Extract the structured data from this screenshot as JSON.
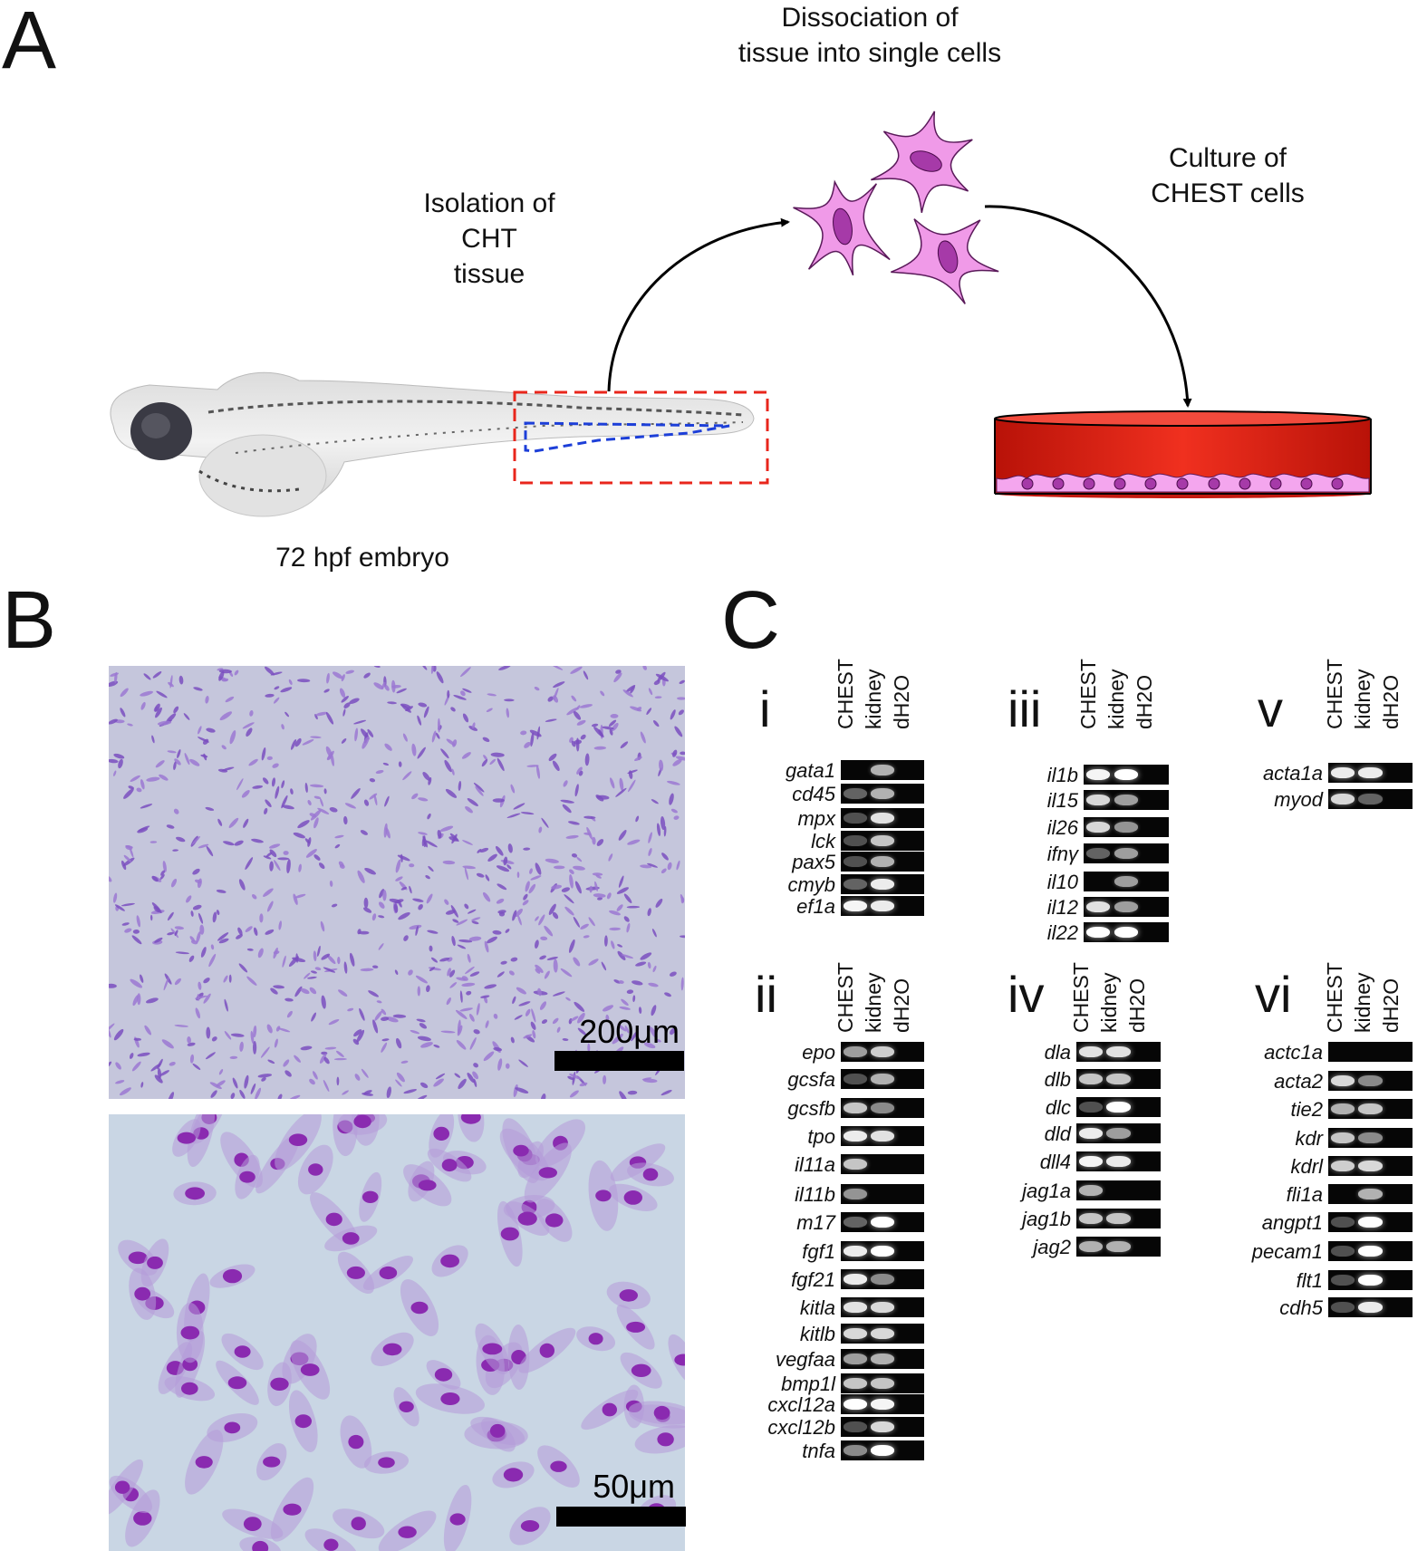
{
  "panels": {
    "A": {
      "letter": "A",
      "step_isolation": [
        "Isolation of",
        "CHT",
        "tissue"
      ],
      "step_dissociation": [
        "Dissociation of",
        "tissue into single cells"
      ],
      "step_culture": [
        "Culture of",
        "CHEST cells"
      ],
      "embryo_label": "72 hpf embryo"
    },
    "B": {
      "letter": "B",
      "scale_top": "200μm",
      "scale_bottom": "50μm"
    },
    "C": {
      "letter": "C",
      "lanes": [
        "CHEST",
        "kidney",
        "dH2O"
      ],
      "groups": [
        {
          "id": "i",
          "genes": [
            {
              "name": "gata1",
              "bands": [
                0,
                0.6,
                0
              ]
            },
            {
              "name": "cd45",
              "bands": [
                0.2,
                0.6,
                0
              ]
            },
            {
              "name": "mpx",
              "bands": [
                0.1,
                0.85,
                0
              ]
            },
            {
              "name": "lck",
              "bands": [
                0.1,
                0.7,
                0
              ]
            },
            {
              "name": "pax5",
              "bands": [
                0.1,
                0.6,
                0
              ]
            },
            {
              "name": "cmyb",
              "bands": [
                0.2,
                0.9,
                0
              ]
            },
            {
              "name": "ef1a",
              "bands": [
                0.95,
                0.9,
                0
              ]
            }
          ]
        },
        {
          "id": "ii",
          "genes": [
            {
              "name": "epo",
              "bands": [
                0.5,
                0.75,
                0
              ]
            },
            {
              "name": "gcsfa",
              "bands": [
                0.1,
                0.6,
                0
              ]
            },
            {
              "name": "gcsfb",
              "bands": [
                0.7,
                0.4,
                0
              ]
            },
            {
              "name": "tpo",
              "bands": [
                0.9,
                0.85,
                0
              ]
            },
            {
              "name": "il11a",
              "bands": [
                0.7,
                0,
                0
              ]
            },
            {
              "name": "il11b",
              "bands": [
                0.45,
                0,
                0
              ]
            },
            {
              "name": "m17",
              "bands": [
                0.2,
                1,
                0
              ]
            },
            {
              "name": "fgf1",
              "bands": [
                0.9,
                1,
                0
              ]
            },
            {
              "name": "fgf21",
              "bands": [
                0.9,
                0.4,
                0
              ]
            },
            {
              "name": "kitla",
              "bands": [
                0.85,
                0.8,
                0
              ]
            },
            {
              "name": "kitlb",
              "bands": [
                0.8,
                0.8,
                0
              ]
            },
            {
              "name": "vegfaa",
              "bands": [
                0.5,
                0.6,
                0
              ]
            },
            {
              "name": "bmp1l",
              "bands": [
                0.7,
                0.7,
                0
              ]
            },
            {
              "name": "cxcl12a",
              "bands": [
                1,
                0.95,
                0
              ]
            },
            {
              "name": "cxcl12b",
              "bands": [
                0.1,
                0.8,
                0
              ]
            },
            {
              "name": "tnfa",
              "bands": [
                0.4,
                1,
                0
              ]
            }
          ]
        },
        {
          "id": "iii",
          "genes": [
            {
              "name": "il1b",
              "bands": [
                0.95,
                1,
                0
              ]
            },
            {
              "name": "il15",
              "bands": [
                0.8,
                0.5,
                0
              ]
            },
            {
              "name": "il26",
              "bands": [
                0.8,
                0.45,
                0
              ]
            },
            {
              "name": "ifnγ",
              "bands": [
                0.2,
                0.5,
                0
              ]
            },
            {
              "name": "il10",
              "bands": [
                0,
                0.5,
                0
              ]
            },
            {
              "name": "il12",
              "bands": [
                0.85,
                0.5,
                0
              ]
            },
            {
              "name": "il22",
              "bands": [
                1,
                1,
                0
              ]
            }
          ]
        },
        {
          "id": "iv",
          "genes": [
            {
              "name": "dla",
              "bands": [
                0.85,
                0.85,
                0
              ]
            },
            {
              "name": "dlb",
              "bands": [
                0.7,
                0.7,
                0
              ]
            },
            {
              "name": "dlc",
              "bands": [
                0.1,
                1,
                0
              ]
            },
            {
              "name": "dld",
              "bands": [
                0.9,
                0.5,
                0
              ]
            },
            {
              "name": "dll4",
              "bands": [
                0.95,
                0.9,
                0
              ]
            },
            {
              "name": "jag1a",
              "bands": [
                0.6,
                0,
                0
              ]
            },
            {
              "name": "jag1b",
              "bands": [
                0.7,
                0.7,
                0
              ]
            },
            {
              "name": "jag2",
              "bands": [
                0.6,
                0.6,
                0
              ]
            }
          ]
        },
        {
          "id": "v",
          "genes": [
            {
              "name": "acta1a",
              "bands": [
                0.9,
                0.9,
                0
              ]
            },
            {
              "name": "myod",
              "bands": [
                0.8,
                0.2,
                0
              ]
            }
          ]
        },
        {
          "id": "vi",
          "genes": [
            {
              "name": "actc1a",
              "bands": [
                0,
                0,
                0
              ]
            },
            {
              "name": "acta2",
              "bands": [
                0.8,
                0.4,
                0
              ]
            },
            {
              "name": "tie2",
              "bands": [
                0.6,
                0.7,
                0
              ]
            },
            {
              "name": "kdr",
              "bands": [
                0.7,
                0.4,
                0
              ]
            },
            {
              "name": "kdrl",
              "bands": [
                0.75,
                0.8,
                0
              ]
            },
            {
              "name": "fli1a",
              "bands": [
                0,
                0.6,
                0
              ]
            },
            {
              "name": "angpt1",
              "bands": [
                0.1,
                1,
                0
              ]
            },
            {
              "name": "pecam1",
              "bands": [
                0.1,
                1,
                0
              ]
            },
            {
              "name": "flt1",
              "bands": [
                0.1,
                1,
                0
              ]
            },
            {
              "name": "cdh5",
              "bands": [
                0.1,
                0.9,
                0
              ]
            }
          ]
        }
      ]
    }
  },
  "colors": {
    "cell_fill": "#f09ae8",
    "cell_nucleus": "#a63aa8",
    "dish_red": "#e8261c",
    "dish_cells": "#f4a6ee",
    "box_red": "#e8261c",
    "box_blue": "#1d3fd8",
    "stain_bg": "#c8d6e4",
    "stain_cell": "#9b6ed0",
    "stain_nucleus": "#8a2ab0"
  }
}
